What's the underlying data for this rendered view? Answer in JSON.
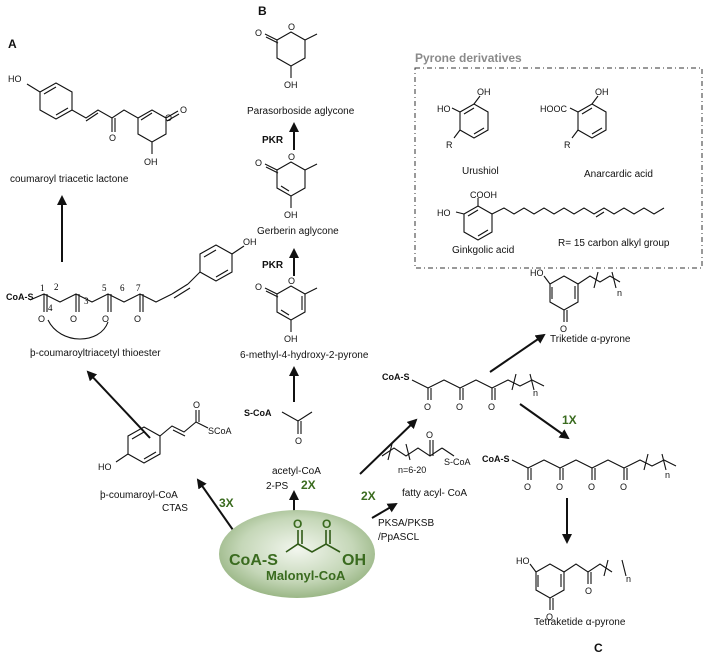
{
  "panels": {
    "a": "A",
    "b": "B",
    "c": "C"
  },
  "pyrone_box": {
    "title": "Pyrone derivatives",
    "compounds": [
      "Urushiol",
      "Anarcardic acid",
      "Ginkgolic acid"
    ],
    "r_note": "R= 15 carbon alkyl group",
    "atoms": {
      "oh": "OH",
      "ho": "HO",
      "r": "R",
      "hooc": "HOOC",
      "cooh": "COOH"
    }
  },
  "panel_a": {
    "product": "coumaroyl triacetic lactone",
    "thioester": "þ-coumaroyltriacetyl thioester",
    "coa": "þ-coumaroyl-CoA",
    "enzyme": "CTAS",
    "times": "3X",
    "numbers": [
      "1",
      "2",
      "3",
      "4",
      "5",
      "6",
      "7"
    ]
  },
  "panel_b": {
    "top": "Parasorboside aglycone",
    "mid": "Gerberin aglycone",
    "pyrone": "6-methyl-4-hydroxy-2-pyrone",
    "acetyl": "acetyl-CoA",
    "pkr1": "PKR",
    "pkr2": "PKR",
    "enzyme": "2-PS",
    "times": "2X"
  },
  "panel_c": {
    "fatty": "fatty acyl- CoA",
    "n_range": "n=6-20",
    "enzymes": "PKSA/PKSB\n/PpASCL",
    "times": "2X",
    "times1": "1X",
    "triketide": "Triketide α-pyrone",
    "tetraketide": "Tetraketide α-pyrone"
  },
  "malonyl": {
    "coa_s": "CoA-S",
    "oh": "OH",
    "o": "O",
    "name": "Malonyl-CoA"
  },
  "atoms": {
    "o": "O",
    "oh": "OH",
    "ho": "HO",
    "n": "n",
    "coas": "CoA-S",
    "scoa": "SCoA",
    "s_coa": "S-CoA",
    "s_coa_left": "S-CoA"
  }
}
